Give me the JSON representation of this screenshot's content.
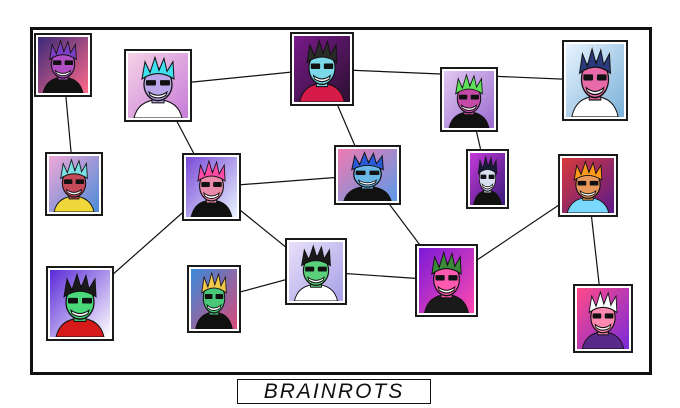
{
  "title": "BRAINROTS",
  "colors": {
    "frame": "#111111",
    "link": "#111111",
    "background": "#ffffff"
  },
  "nodes": [
    {
      "id": "n1",
      "icon": "avatar-purple-beanie-sunglasses",
      "bg": [
        "#3a2a7a",
        "#ff6a8a"
      ],
      "skin": "#b14fc4",
      "hair": "#7b3fc7",
      "accent": "#111111"
    },
    {
      "id": "n2",
      "icon": "avatar-cyan-hair-grin",
      "bg": [
        "#f5d3e6",
        "#c77bd8"
      ],
      "skin": "#b9a6e8",
      "hair": "#3fe0f0",
      "accent": "#ffffff"
    },
    {
      "id": "n3",
      "icon": "avatar-cyborg-dark-hair",
      "bg": [
        "#7a1a8a",
        "#2a1030"
      ],
      "skin": "#7ad8e8",
      "hair": "#2a2a2a",
      "accent": "#d61a4a"
    },
    {
      "id": "n4",
      "icon": "avatar-green-hair-sunglasses",
      "bg": [
        "#e0c8f0",
        "#9a6ad0"
      ],
      "skin": "#c44aa8",
      "hair": "#5fe05a",
      "accent": "#111111"
    },
    {
      "id": "n5",
      "icon": "avatar-navy-spiky-pink-mask",
      "bg": [
        "#e8f4ff",
        "#7ab0d8"
      ],
      "skin": "#e86aa8",
      "hair": "#2a3a7a",
      "accent": "#ffffff"
    },
    {
      "id": "n6",
      "icon": "avatar-goggles-cap",
      "bg": [
        "#f0a8d8",
        "#4a8ad8"
      ],
      "skin": "#c44a5a",
      "hair": "#7adfe0",
      "accent": "#f0d83a"
    },
    {
      "id": "n7",
      "icon": "avatar-pink-spiky-hair",
      "bg": [
        "#7a4ad8",
        "#e8f4ff"
      ],
      "skin": "#e88aa8",
      "hair": "#ff4aa8",
      "accent": "#111111"
    },
    {
      "id": "n8",
      "icon": "avatar-blue-mohawk-visor",
      "bg": [
        "#f07ab0",
        "#5a9ae8"
      ],
      "skin": "#6ab8e8",
      "hair": "#2a5ad8",
      "accent": "#111111"
    },
    {
      "id": "n9",
      "icon": "avatar-white-mohawk",
      "bg": [
        "#c43ad8",
        "#3a1a7a"
      ],
      "skin": "#d8e0f0",
      "hair": "#1a1a3a",
      "accent": "#111111"
    },
    {
      "id": "n10",
      "icon": "avatar-fire-hair-glow-eyes",
      "bg": [
        "#d83a3a",
        "#5a1a8a"
      ],
      "skin": "#e89a5a",
      "hair": "#ff9a1a",
      "accent": "#7ad8ff"
    },
    {
      "id": "n11",
      "icon": "avatar-black-hair-grin",
      "bg": [
        "#e8e0f8",
        "#a8a0e8"
      ],
      "skin": "#5ad07a",
      "hair": "#1a1a1a",
      "accent": "#ffffff"
    },
    {
      "id": "n12",
      "icon": "avatar-pink-horned-mask",
      "bg": [
        "#7a1ad8",
        "#ff4ab0"
      ],
      "skin": "#ff5ab0",
      "hair": "#3a8a3a",
      "accent": "#1a1a1a"
    },
    {
      "id": "n13",
      "icon": "avatar-green-skin-red-mouth",
      "bg": [
        "#5a2ad8",
        "#ffffff"
      ],
      "skin": "#4ad87a",
      "hair": "#1a1a1a",
      "accent": "#d61a1a"
    },
    {
      "id": "n14",
      "icon": "avatar-blonde-green-skin",
      "bg": [
        "#3a8ad8",
        "#d84a7a"
      ],
      "skin": "#4ac87a",
      "hair": "#f0c84a",
      "accent": "#111111"
    },
    {
      "id": "n15",
      "icon": "avatar-halo-pink-skin",
      "bg": [
        "#ff4a8a",
        "#7a2ad8"
      ],
      "skin": "#ff8ab0",
      "hair": "#ffffff",
      "accent": "#5a2a8a"
    }
  ],
  "links": [
    [
      "n1",
      "n6"
    ],
    [
      "n2",
      "n3"
    ],
    [
      "n2",
      "n7"
    ],
    [
      "n3",
      "n5"
    ],
    [
      "n3",
      "n8"
    ],
    [
      "n4",
      "n9"
    ],
    [
      "n7",
      "n8"
    ],
    [
      "n7",
      "n11"
    ],
    [
      "n7",
      "n13"
    ],
    [
      "n8",
      "n12"
    ],
    [
      "n11",
      "n12"
    ],
    [
      "n11",
      "n14"
    ],
    [
      "n12",
      "n10"
    ],
    [
      "n10",
      "n15"
    ]
  ]
}
